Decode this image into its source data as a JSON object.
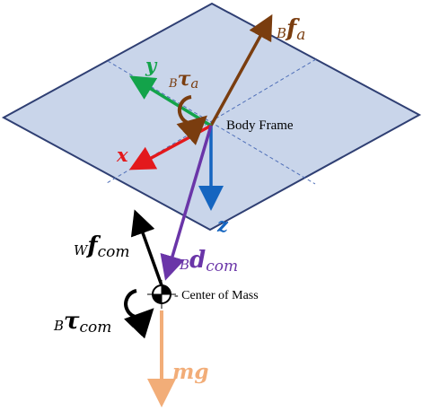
{
  "colors": {
    "plane_fill": "#c9d5ea",
    "plane_stroke": "#2f3f73",
    "dash": "#4f6fb8",
    "force_a": "#7a3d0f",
    "torque_a": "#7a3d0f",
    "axis_x": "#e3191c",
    "axis_y": "#13a34a",
    "axis_z": "#1565c0",
    "d_com": "#6a35a8",
    "force_com": "#000000",
    "torque_com": "#000000",
    "mg": "#f2ad78",
    "com_marker": "#000000"
  },
  "labels": {
    "force_a": {
      "sub": "B",
      "main": "f",
      "subscript": "a"
    },
    "torque_a": {
      "sub": "B",
      "main": "τ",
      "subscript": "a"
    },
    "axis_x": "x",
    "axis_y": "y",
    "axis_z": "z",
    "body_frame": "Body Frame",
    "d_com": {
      "sub": "B",
      "main": "d",
      "subscript": "com"
    },
    "force_com": {
      "sub": "W",
      "main": "f",
      "subscript": "com"
    },
    "torque_com": {
      "sub": "B",
      "main": "τ",
      "subscript": "com"
    },
    "center_of_mass": "- Center of Mass",
    "mg": "mg"
  }
}
